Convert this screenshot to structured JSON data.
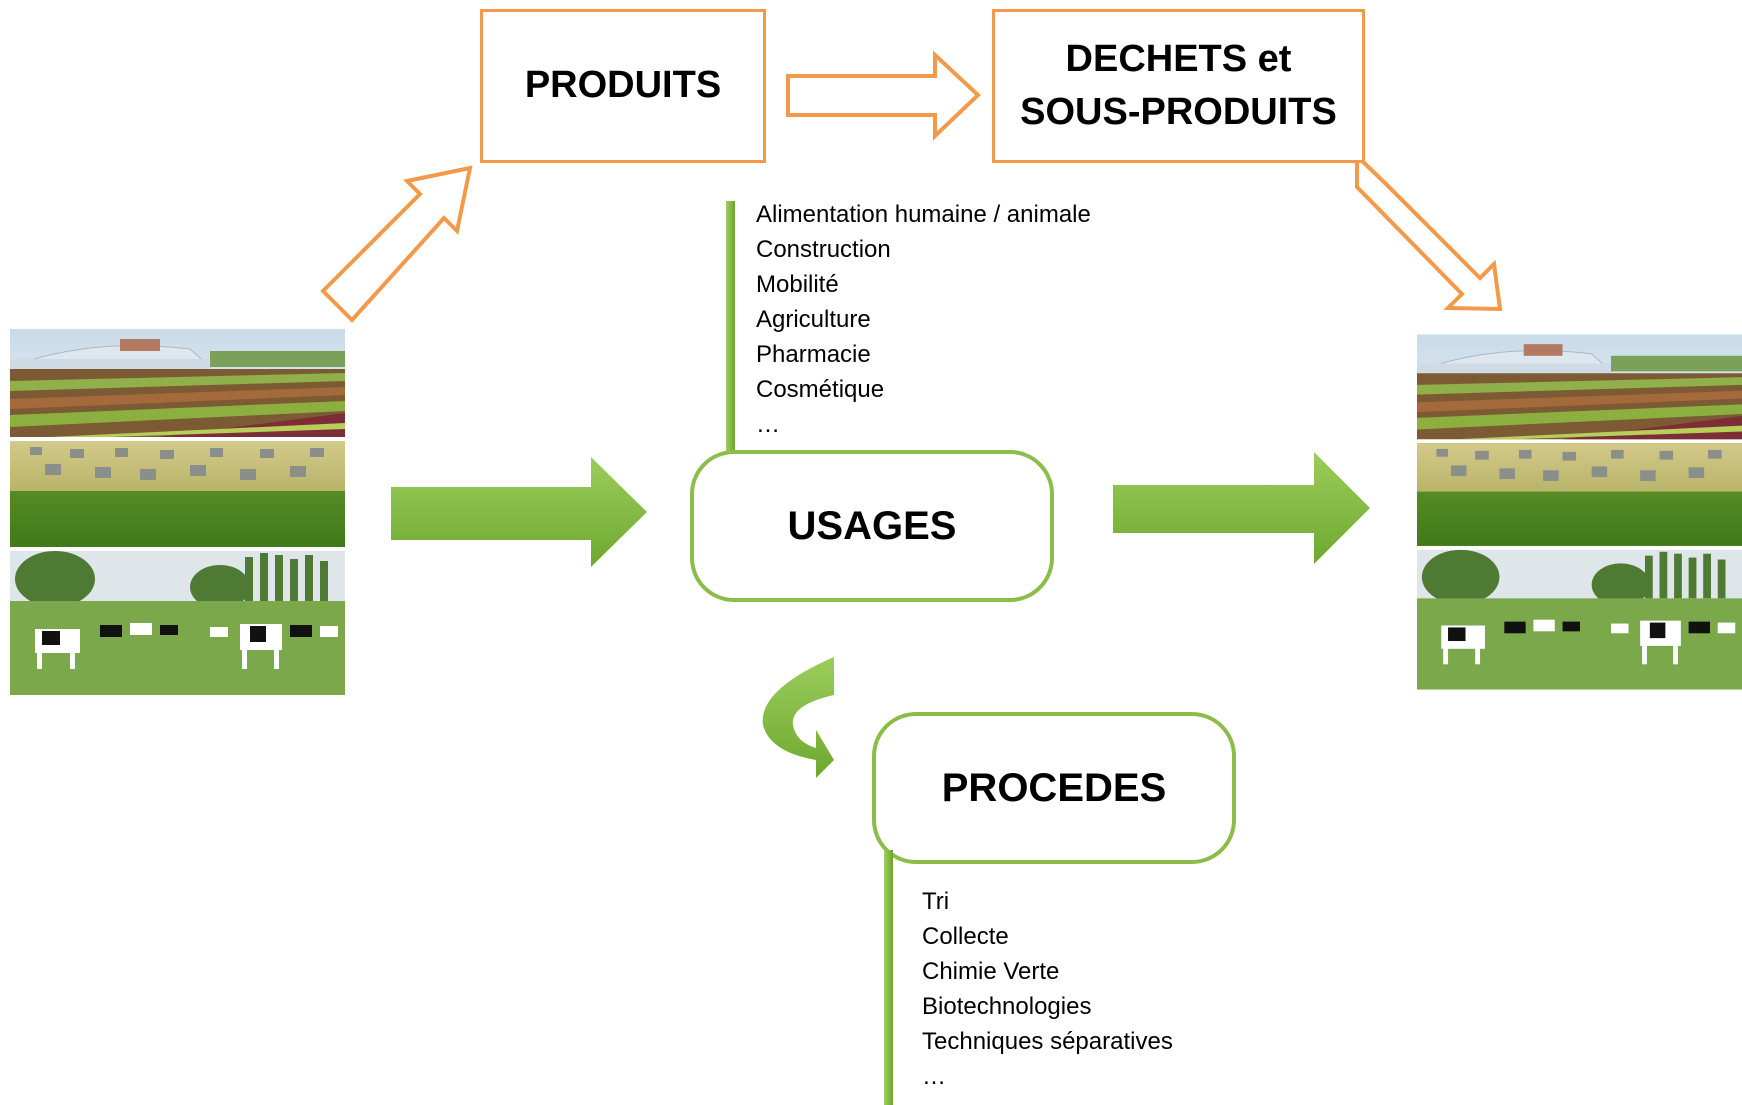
{
  "nodes": {
    "produits": "PRODUITS",
    "dechets_line1": "DECHETS et",
    "dechets_line2": "SOUS-PRODUITS",
    "usages": "USAGES",
    "procedes": "PROCEDES"
  },
  "usages_list": [
    "Alimentation humaine / animale",
    "Construction",
    "Mobilité",
    "Agriculture",
    "Pharmacie",
    "Cosmétique",
    "…"
  ],
  "procedes_list": [
    "Tri",
    "Collecte",
    "Chimie Verte",
    "Biotechnologies",
    "Techniques séparatives",
    "…"
  ],
  "colors": {
    "orange_outline": "#f29a4a",
    "green_outline": "#8cbd4a",
    "green_arrow": "#7ab33a"
  },
  "icons": {
    "photo_panels": [
      "greenhouse-field-photo",
      "hay-bales-field-photo",
      "cows-pasture-photo"
    ]
  }
}
